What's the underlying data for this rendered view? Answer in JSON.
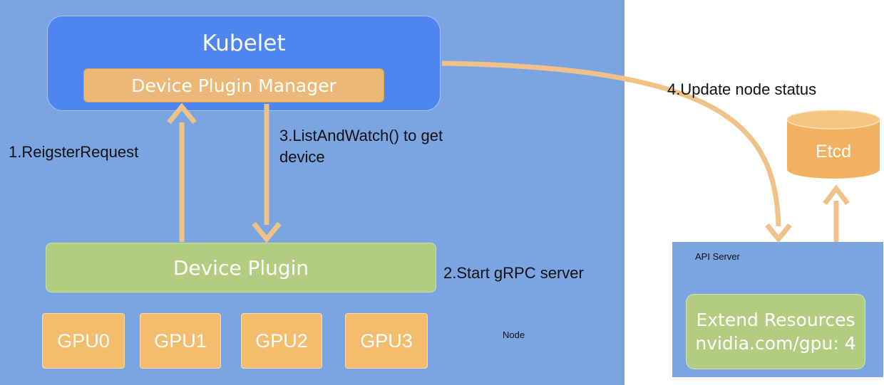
{
  "node": {
    "label": "Node",
    "kubelet": {
      "title": "Kubelet",
      "manager": "Device Plugin Manager"
    },
    "device_plugin": "Device Plugin",
    "gpus": [
      "GPU0",
      "GPU1",
      "GPU2",
      "GPU3"
    ]
  },
  "steps": {
    "register": "1.ReigsterRequest",
    "start_grpc": "2.Start gRPC server",
    "list_watch_line1": "3.ListAndWatch() to get",
    "list_watch_line2": "device",
    "update_status": "4.Update node status"
  },
  "api_server": {
    "label": "API Server",
    "resources_line1": "Extend Resources",
    "resources_line2": "nvidia.com/gpu: 4"
  },
  "etcd": {
    "label": "Etcd"
  },
  "colors": {
    "node_bg": "#7aa5e0",
    "kubelet": "#4f85ee",
    "manager": "#ecb878",
    "plugin": "#b3cd80",
    "gpu": "#f4bd6e",
    "arrow": "#f0c287",
    "etcd": "#f2b160"
  }
}
